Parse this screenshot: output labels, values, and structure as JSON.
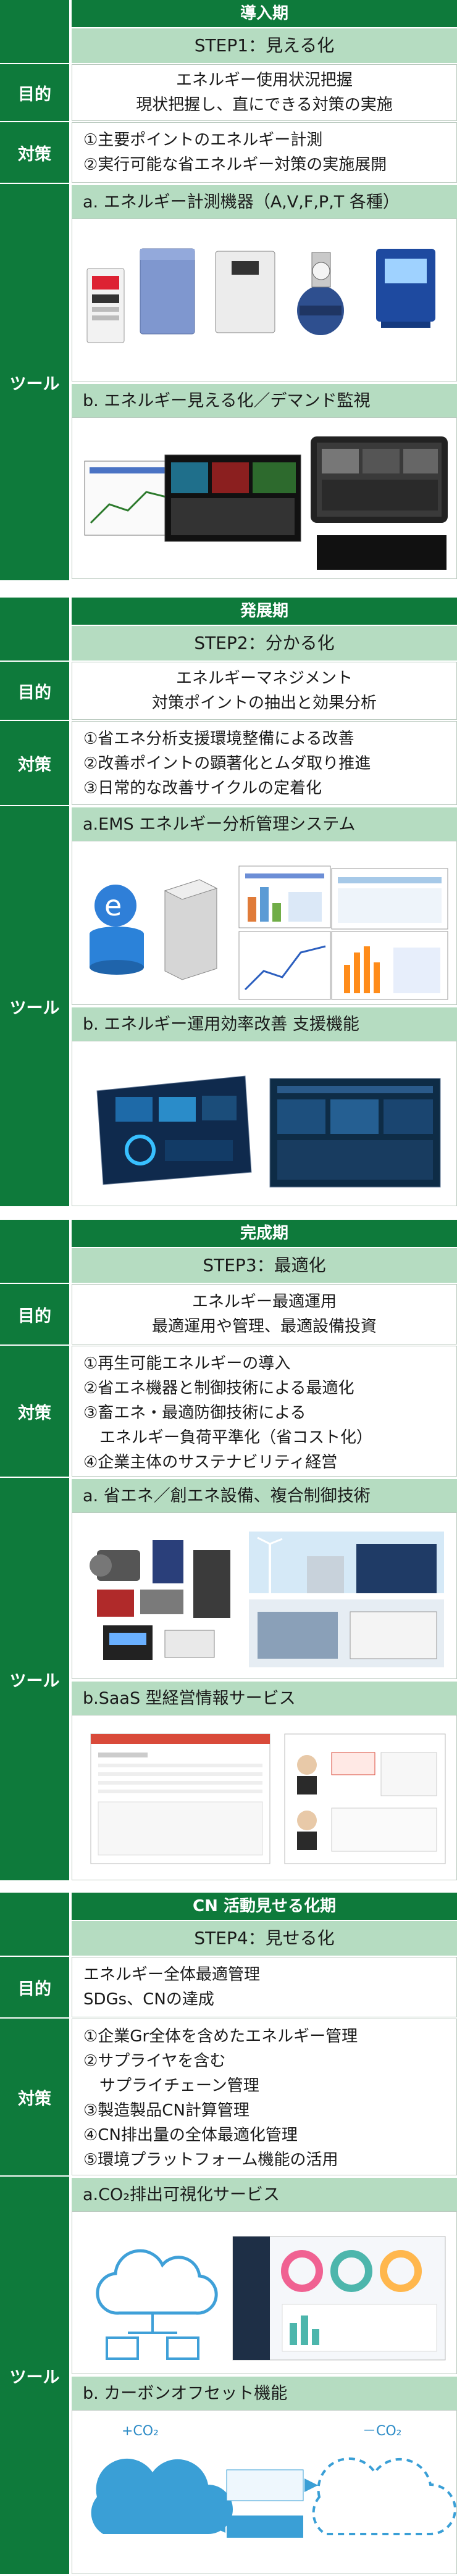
{
  "phases": [
    {
      "stage": "導入期",
      "step": "STEP1：見える化",
      "purpose_label": "目的",
      "purpose": [
        "エネルギー使用状況把握",
        "現状把握し、直にできる対策の実施"
      ],
      "measures_label": "対策",
      "measures": [
        "①主要ポイントのエネルギー計測",
        "②実行可能な省エネルギー対策の実施展開"
      ],
      "tools_label": "ツール",
      "tool_a": "a. エネルギー計測機器（A,V,F,P,T 各種）",
      "tool_b": "b. エネルギー見える化／デマンド監視"
    },
    {
      "stage": "発展期",
      "step": "STEP2：分かる化",
      "purpose_label": "目的",
      "purpose": [
        "エネルギーマネジメント",
        "対策ポイントの抽出と効果分析"
      ],
      "measures_label": "対策",
      "measures": [
        "①省エネ分析支援環境整備による改善",
        "②改善ポイントの顕著化とムダ取り推進",
        "③日常的な改善サイクルの定着化"
      ],
      "tools_label": "ツール",
      "tool_a": "a.EMS エネルギー分析管理システム",
      "tool_b": "b. エネルギー運用効率改善 支援機能"
    },
    {
      "stage": "完成期",
      "step": "STEP3：最適化",
      "purpose_label": "目的",
      "purpose": [
        "エネルギー最適運用",
        "最適運用や管理、最適設備投資"
      ],
      "measures_label": "対策",
      "measures": [
        "①再生可能エネルギーの導入",
        "②省エネ機器と制御技術による最適化",
        "③畜エネ・最適防御技術による",
        "　エネルギー負荷平準化（省コスト化）",
        "④企業主体のサステナビリティ経営"
      ],
      "tools_label": "ツール",
      "tool_a": "a. 省エネ／創エネ設備、複合制御技術",
      "tool_b": "b.SaaS 型経営情報サービス"
    },
    {
      "stage": "CN 活動見せる化期",
      "step": "STEP4：見せる化",
      "purpose_label": "目的",
      "purpose": [
        "エネルギー全体最適管理",
        "SDGs、CNの達成"
      ],
      "measures_label": "対策",
      "measures": [
        "①企業Gr全体を含めたエネルギー管理",
        "②サプライヤを含む",
        "　サプライチェーン管理",
        "③製造製品CN計算管理",
        "④CN排出量の全体最適化管理",
        "⑤環境プラットフォーム機能の活用"
      ],
      "tools_label": "ツール",
      "tool_a": "a.CO₂排出可視化サービス",
      "tool_b": "b. カーボンオフセット機能",
      "offset_left": "+CO₂",
      "offset_right": "－CO₂"
    }
  ],
  "colors": {
    "dark_green": "#0e7a3b",
    "light_green": "#b5dcc1"
  }
}
